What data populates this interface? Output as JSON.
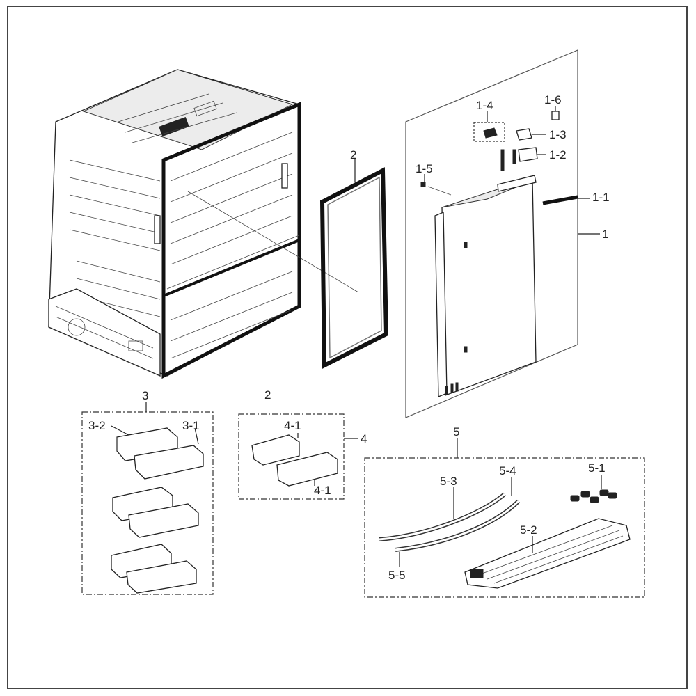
{
  "labels": {
    "l1": "1",
    "l1_1": "1-1",
    "l1_2": "1-2",
    "l1_3": "1-3",
    "l1_4": "1-4",
    "l1_5": "1-5",
    "l1_6": "1-6",
    "l2_gasket": "2",
    "l2_group": "2",
    "l3": "3",
    "l3_1": "3-1",
    "l3_2": "3-2",
    "l4": "4",
    "l4_1_top": "4-1",
    "l4_1_bottom": "4-1",
    "l5": "5",
    "l5_1": "5-1",
    "l5_2": "5-2",
    "l5_3": "5-3",
    "l5_4": "5-4",
    "l5_5": "5-5"
  }
}
